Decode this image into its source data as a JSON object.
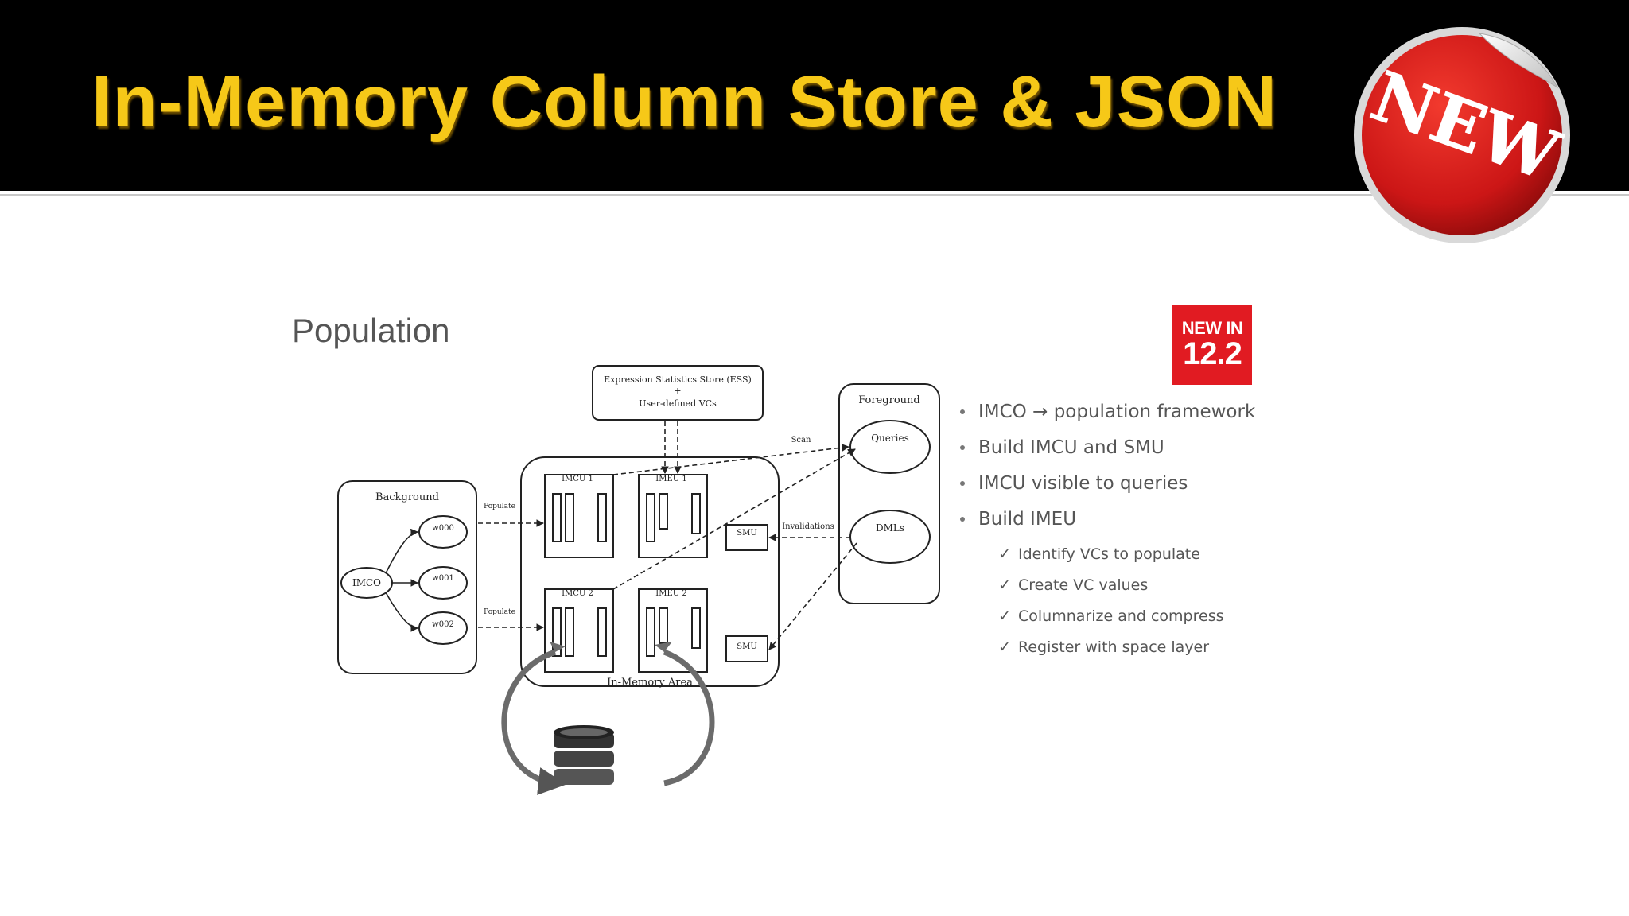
{
  "slide": {
    "title": "In-Memory Column Store & JSON",
    "sticker_text": "NEW",
    "colors": {
      "title": "#f6c818",
      "header": "#000000",
      "sticker": "#d41c1c",
      "badge": "#e11b22"
    }
  },
  "content": {
    "section_title": "Population",
    "badge": {
      "line1": "NEW IN",
      "line2": "12.2"
    },
    "diagram": {
      "ess_line1": "Expression Statistics Store (ESS)",
      "ess_line2": "+",
      "ess_line3": "User-defined VCs",
      "background": "Background",
      "imco": "IMCO",
      "w000": "w000",
      "w001": "w001",
      "w002": "w002",
      "populate_1": "Populate",
      "populate_2": "Populate",
      "imcu1": "IMCU 1",
      "imeu1": "IMEU 1",
      "imcu2": "IMCU 2",
      "imeu2": "IMEU 2",
      "smu_1": "SMU",
      "smu_2": "SMU",
      "in_memory_area": "In-Memory Area",
      "foreground": "Foreground",
      "queries": "Queries",
      "dmls": "DMLs",
      "scan": "Scan",
      "invalidations": "Invalidations",
      "database_icon": "database-icon",
      "refresh_arrows_icon": "refresh-arrows-icon"
    },
    "bullets": [
      {
        "pre": "IMCO",
        "arrow": "→",
        "post": " population framework"
      },
      {
        "text": "Build IMCU and SMU"
      },
      {
        "text": "IMCU visible to queries"
      },
      {
        "text": "Build IMEU"
      }
    ],
    "sub_bullets": [
      {
        "check": "✓",
        "text": "Identify VCs to populate"
      },
      {
        "check": "✓",
        "text": "Create VC values"
      },
      {
        "check": "✓",
        "text": "Columnarize and compress"
      },
      {
        "check": "✓",
        "text": "Register with space layer"
      }
    ]
  }
}
